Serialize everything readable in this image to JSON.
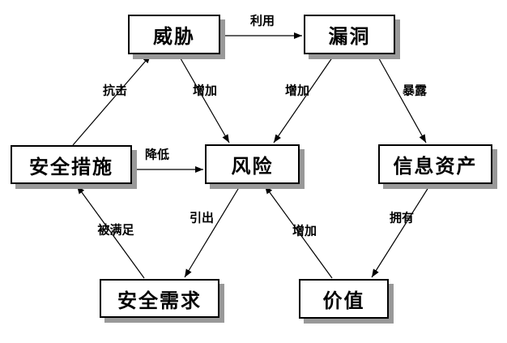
{
  "colors": {
    "background": "#ffffff",
    "box_fill": "#ffffff",
    "box_border": "#000000",
    "box_shadow": "#999999",
    "arrow": "#000000",
    "text": "#000000"
  },
  "nodes": {
    "threat": {
      "label": "威胁"
    },
    "vulnerability": {
      "label": "漏洞"
    },
    "security_measures": {
      "label": "安全措施"
    },
    "risk": {
      "label": "风险"
    },
    "information_assets": {
      "label": "信息资产"
    },
    "security_requirements": {
      "label": "安全需求"
    },
    "value": {
      "label": "价值"
    }
  },
  "edges": {
    "exploit": {
      "label": "利用",
      "from": "威胁",
      "to": "漏洞"
    },
    "resist": {
      "label": "抗击",
      "from": "安全措施",
      "to": "威胁"
    },
    "threat_increase": {
      "label": "增加",
      "from": "威胁",
      "to": "风险"
    },
    "vulnerability_increase": {
      "label": "增加",
      "from": "漏洞",
      "to": "风险"
    },
    "expose": {
      "label": "暴露",
      "from": "漏洞",
      "to": "信息资产"
    },
    "reduce": {
      "label": "降低",
      "from": "安全措施",
      "to": "风险"
    },
    "be_satisfied": {
      "label": "被满足",
      "from": "安全需求",
      "to": "安全措施"
    },
    "derive": {
      "label": "引出",
      "from": "风险",
      "to": "安全需求"
    },
    "value_increase": {
      "label": "增加",
      "from": "价值",
      "to": "风险"
    },
    "own": {
      "label": "拥有",
      "from": "信息资产",
      "to": "价值"
    }
  }
}
